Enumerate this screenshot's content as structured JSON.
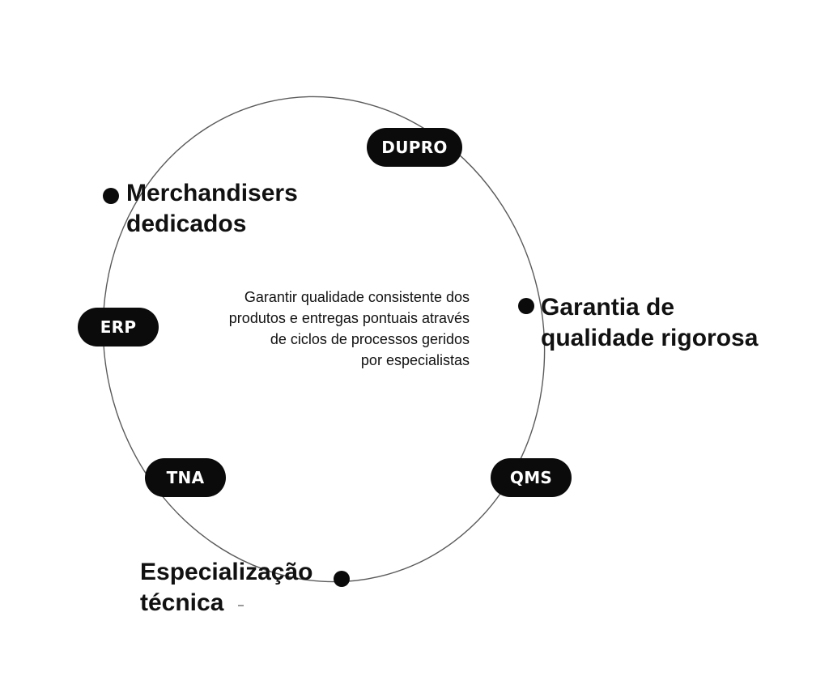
{
  "pills": {
    "dupro": "DUPRO",
    "erp": "ERP",
    "tna": "TNA",
    "qms": "QMS"
  },
  "labels": {
    "merchandisers": {
      "line1": "Merchandisers",
      "line2": "dedicados"
    },
    "quality": {
      "line1": "Garantia de",
      "line2": "qualidade rigorosa"
    },
    "specialization": {
      "line1": "Especialização",
      "line2": "técnica"
    }
  },
  "center": {
    "lines": [
      "Garantir qualidade consistente dos",
      "produtos e entregas pontuais através",
      "de ciclos de processos geridos",
      "por especialistas"
    ]
  },
  "colors": {
    "pill_background": "#0b0b0b",
    "pill_text": "#ffffff",
    "ring_stroke": "#5a5a5a",
    "text": "#111111",
    "background": "#ffffff"
  }
}
